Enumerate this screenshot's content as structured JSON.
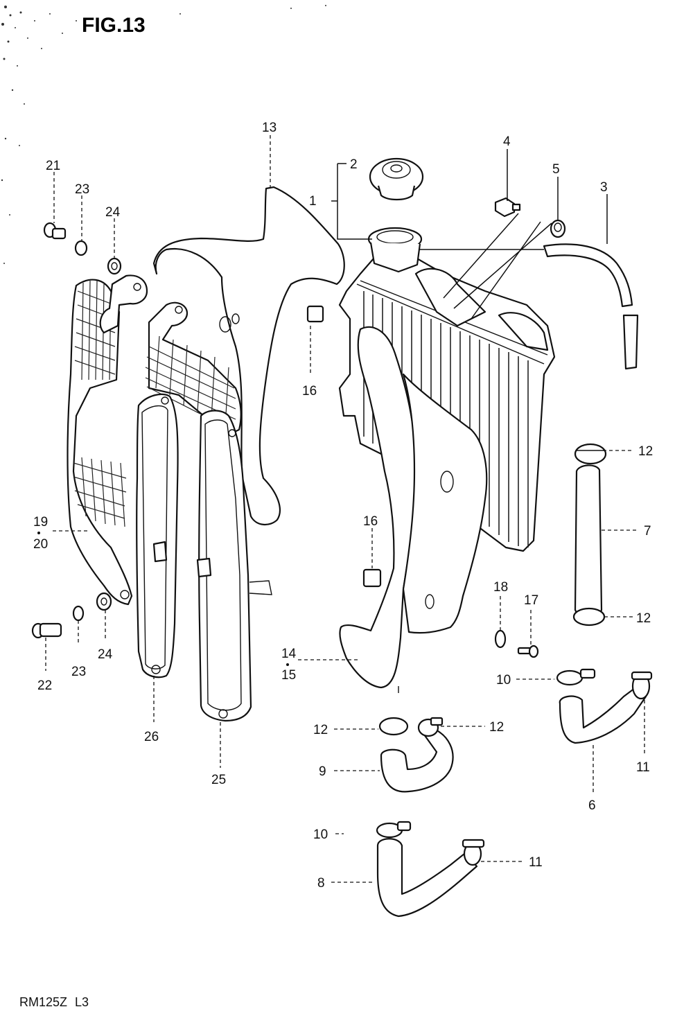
{
  "figure": {
    "title": "FIG.13",
    "footer_code": "RM125Z",
    "footer_mark": "L3"
  },
  "callouts": [
    {
      "id": "c1",
      "label": "1"
    },
    {
      "id": "c2",
      "label": "2"
    },
    {
      "id": "c3",
      "label": "3"
    },
    {
      "id": "c4",
      "label": "4"
    },
    {
      "id": "c5",
      "label": "5"
    },
    {
      "id": "c6",
      "label": "6"
    },
    {
      "id": "c7",
      "label": "7"
    },
    {
      "id": "c8",
      "label": "8"
    },
    {
      "id": "c9",
      "label": "9"
    },
    {
      "id": "c10a",
      "label": "10"
    },
    {
      "id": "c10b",
      "label": "10"
    },
    {
      "id": "c11a",
      "label": "11"
    },
    {
      "id": "c11b",
      "label": "11"
    },
    {
      "id": "c12a",
      "label": "12"
    },
    {
      "id": "c12b",
      "label": "12"
    },
    {
      "id": "c12c",
      "label": "12"
    },
    {
      "id": "c12d",
      "label": "12"
    },
    {
      "id": "c13",
      "label": "13"
    },
    {
      "id": "c14",
      "label": "14"
    },
    {
      "id": "c15",
      "label": "15"
    },
    {
      "id": "c16a",
      "label": "16"
    },
    {
      "id": "c16b",
      "label": "16"
    },
    {
      "id": "c17",
      "label": "17"
    },
    {
      "id": "c18",
      "label": "18"
    },
    {
      "id": "c19",
      "label": "19"
    },
    {
      "id": "c20",
      "label": "20"
    },
    {
      "id": "c21",
      "label": "21"
    },
    {
      "id": "c22",
      "label": "22"
    },
    {
      "id": "c23a",
      "label": "23"
    },
    {
      "id": "c23b",
      "label": "23"
    },
    {
      "id": "c24a",
      "label": "24"
    },
    {
      "id": "c24b",
      "label": "24"
    },
    {
      "id": "c25",
      "label": "25"
    },
    {
      "id": "c26",
      "label": "26"
    }
  ]
}
